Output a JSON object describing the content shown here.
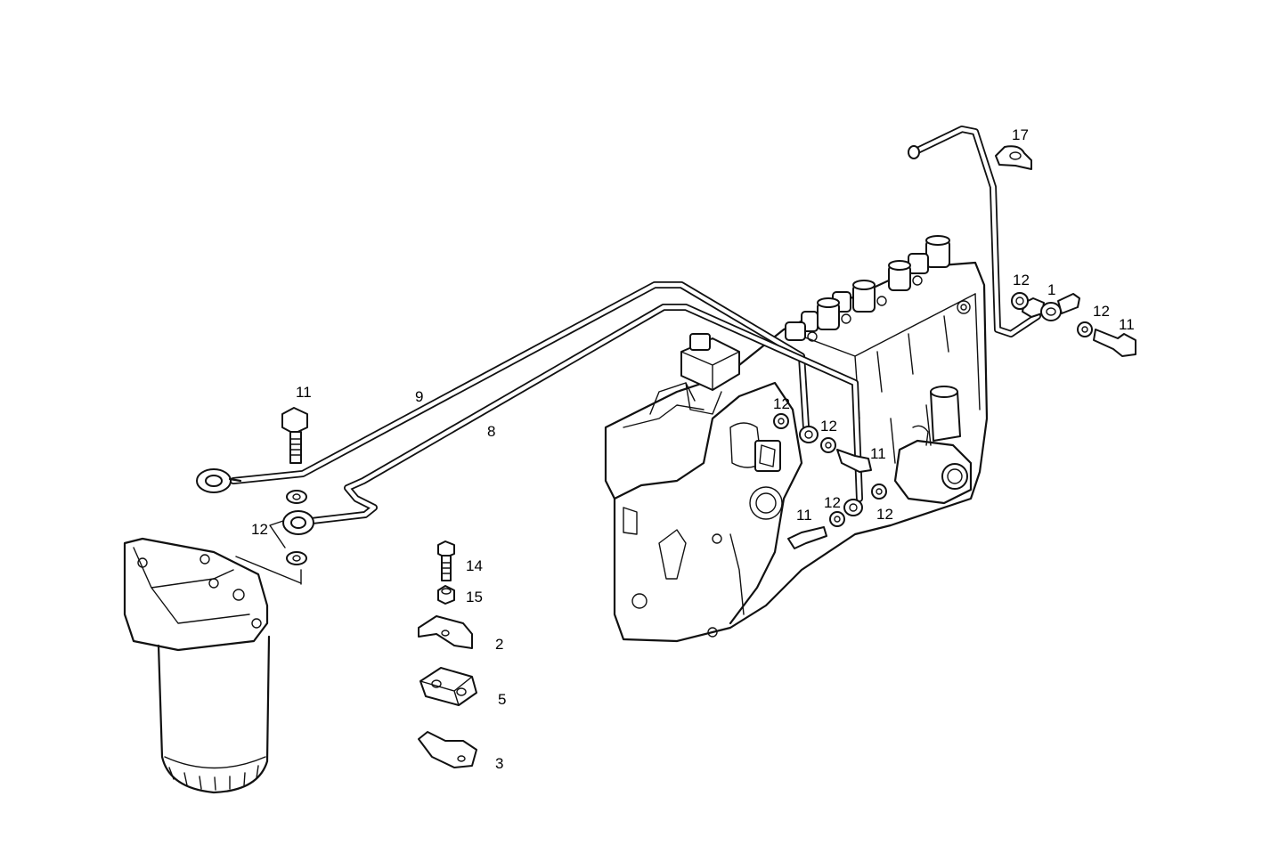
{
  "diagram": {
    "labels": {
      "l11a": "11",
      "l9": "9",
      "l8": "8",
      "l12a": "12",
      "l14": "14",
      "l15": "15",
      "l2": "2",
      "l5": "5",
      "l3": "3",
      "l12b": "12",
      "l12c": "12",
      "l11b": "11",
      "l12d": "12",
      "l12e": "12",
      "l11c": "11",
      "l17": "17",
      "l12f": "12",
      "l1": "1",
      "l12g": "12",
      "l11d": "11"
    }
  }
}
